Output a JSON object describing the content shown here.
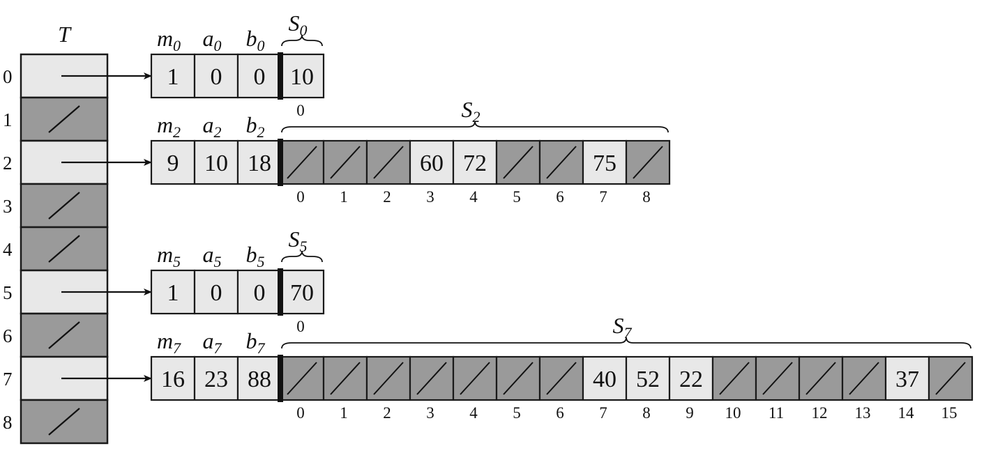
{
  "colors": {
    "empty_slot": "#9a9a9a",
    "filled_slot": "#e8e8e8",
    "border": "#1a1a1a"
  },
  "table": {
    "label": "T",
    "rows": [
      {
        "index": "0",
        "empty": false
      },
      {
        "index": "1",
        "empty": true
      },
      {
        "index": "2",
        "empty": false
      },
      {
        "index": "3",
        "empty": true
      },
      {
        "index": "4",
        "empty": true
      },
      {
        "index": "5",
        "empty": false
      },
      {
        "index": "6",
        "empty": true
      },
      {
        "index": "7",
        "empty": false
      },
      {
        "index": "8",
        "empty": true
      }
    ]
  },
  "secondary_tables": [
    {
      "row": 0,
      "m_label": "m",
      "a_label": "a",
      "b_label": "b",
      "s_label": "S",
      "subscript": "0",
      "m": "1",
      "a": "0",
      "b": "0",
      "slots": [
        "10"
      ]
    },
    {
      "row": 2,
      "m_label": "m",
      "a_label": "a",
      "b_label": "b",
      "s_label": "S",
      "subscript": "2",
      "m": "9",
      "a": "10",
      "b": "18",
      "slots": [
        "",
        "",
        "",
        "60",
        "72",
        "",
        "",
        "75",
        ""
      ]
    },
    {
      "row": 5,
      "m_label": "m",
      "a_label": "a",
      "b_label": "b",
      "s_label": "S",
      "subscript": "5",
      "m": "1",
      "a": "0",
      "b": "0",
      "slots": [
        "70"
      ]
    },
    {
      "row": 7,
      "m_label": "m",
      "a_label": "a",
      "b_label": "b",
      "s_label": "S",
      "subscript": "7",
      "m": "16",
      "a": "23",
      "b": "88",
      "slots": [
        "",
        "",
        "",
        "",
        "",
        "",
        "",
        "40",
        "52",
        "22",
        "",
        "",
        "",
        "",
        "37",
        ""
      ]
    }
  ]
}
